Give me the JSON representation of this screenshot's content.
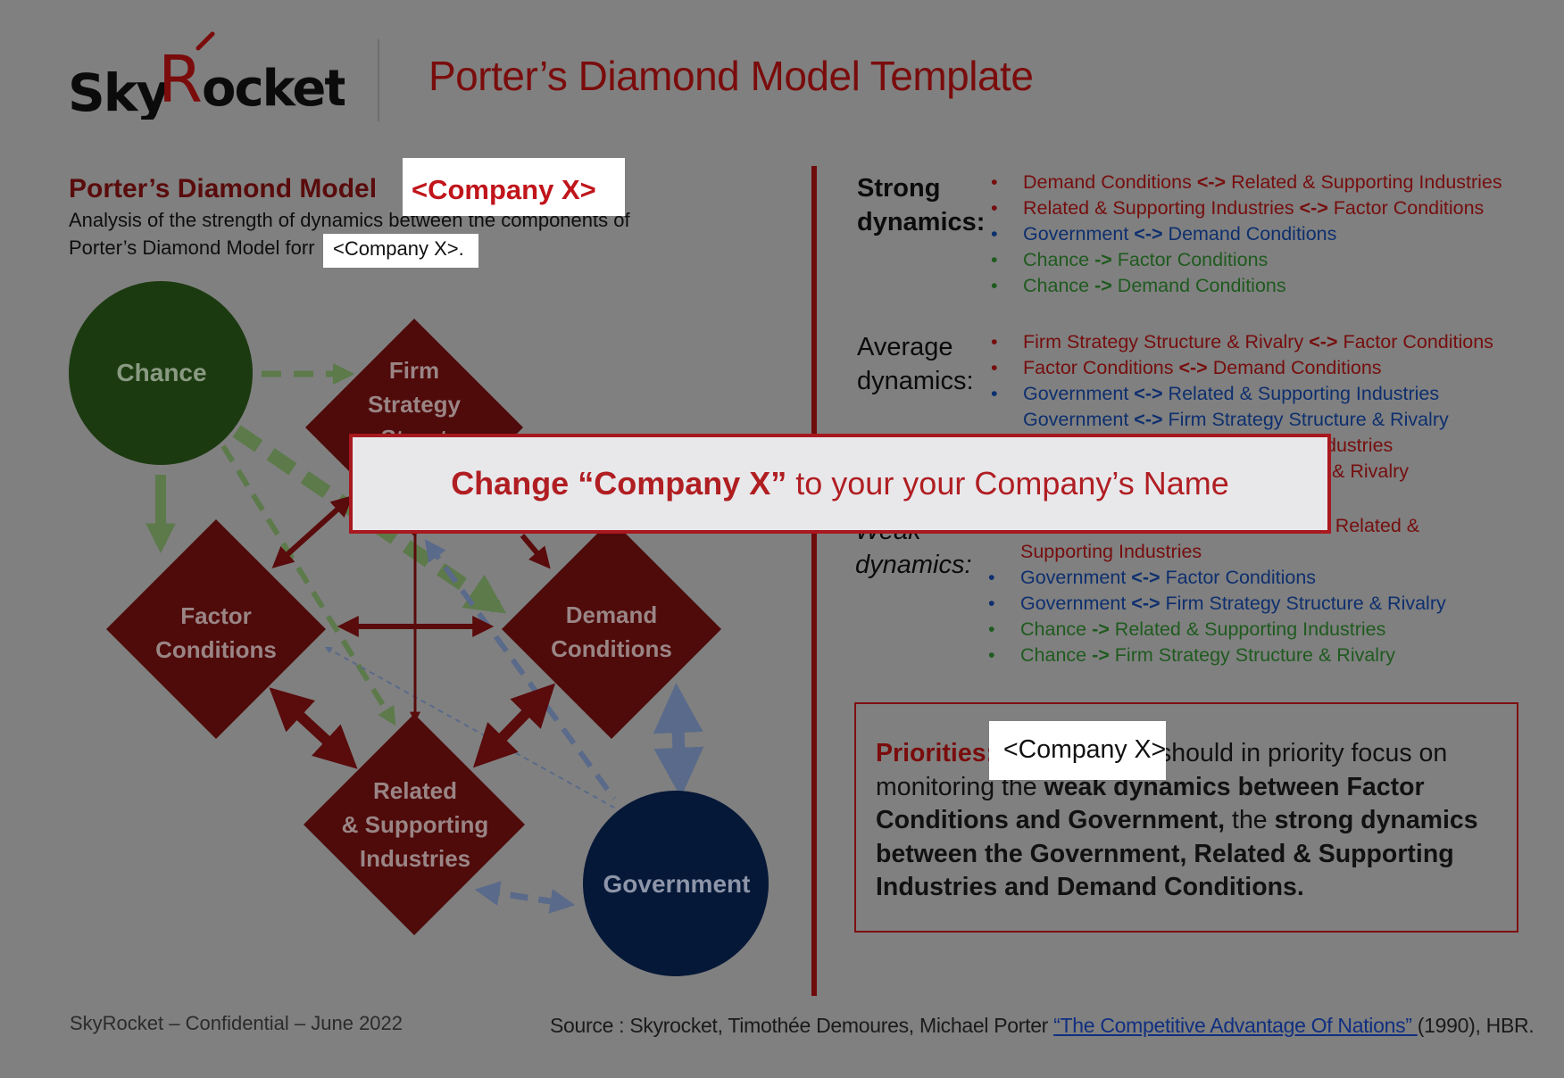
{
  "header": {
    "logo_text": "SkyRocket",
    "title": "Porter’s Diamond Model Template"
  },
  "left": {
    "title": "Porter’s Diamond Model ",
    "title_highlight": "<Company X>",
    "subtitle_line1": "Analysis of the strength of dynamics between the components of",
    "subtitle_line2": "Porter’s Diamond Model forr ",
    "subtitle_highlight": "<Company X>."
  },
  "diagram": {
    "nodes": {
      "chance": "Chance",
      "firm_line1": "Firm",
      "firm_line2": "Strategy",
      "firm_line3": "Struct",
      "factor_line1": "Factor",
      "factor_line2": "Conditions",
      "demand_line1": "Demand",
      "demand_line2": "Conditions",
      "related_line1": "Related",
      "related_line2": "& Supporting",
      "related_line3": "Industries",
      "government": "Government"
    }
  },
  "dynamics": {
    "strong": {
      "label_line1": "Strong",
      "label_line2": "dynamics:",
      "items": [
        {
          "color": "red",
          "a": "Demand Conditions ",
          "sym": "<->",
          "b": " Related & Supporting Industries"
        },
        {
          "color": "red",
          "a": "Related & Supporting Industries ",
          "sym": "<->",
          "b": " Factor Conditions"
        },
        {
          "color": "blue",
          "a": "Government ",
          "sym": "<->",
          "b": " Demand Conditions"
        },
        {
          "color": "green",
          "a": "Chance ",
          "sym": "->",
          "b": " Factor Conditions"
        },
        {
          "color": "green",
          "a": "Chance ",
          "sym": "->",
          "b": " Demand Conditions"
        }
      ]
    },
    "average": {
      "label_line1": "Average",
      "label_line2": "dynamics:",
      "items": [
        {
          "color": "red",
          "a": "Firm Strategy Structure & Rivalry ",
          "sym": "<->",
          "b": " Factor Conditions"
        },
        {
          "color": "red",
          "a": "Factor Conditions ",
          "sym": "<->",
          "b": " Demand Conditions"
        },
        {
          "color": "blue",
          "a": "Government ",
          "sym": "<->",
          "b": " Related & Supporting Industries"
        },
        {
          "color": "blue",
          "a": "Government ",
          "sym": "<->",
          "b": " Firm Strategy Structure & Rivalry"
        },
        {
          "color": "red",
          "a": "",
          "sym": "",
          "b": "dustries"
        },
        {
          "color": "red",
          "a": "",
          "sym": "",
          "b": "& Rivalry"
        }
      ]
    },
    "weak": {
      "label_line1": "Weak",
      "label_line2": "dynamics:",
      "items": [
        {
          "color": "red",
          "a": "",
          "sym": "->",
          "b": " Related &"
        },
        {
          "color": "red",
          "a": "",
          "sym": "",
          "b": "Supporting Industries"
        },
        {
          "color": "blue",
          "a": "Government ",
          "sym": "<->",
          "b": " Factor Conditions"
        },
        {
          "color": "blue",
          "a": "Government ",
          "sym": "<->",
          "b": " Firm Strategy Structure & Rivalry"
        },
        {
          "color": "green",
          "a": "Chance ",
          "sym": "->",
          "b": " Related & Supporting Industries"
        },
        {
          "color": "green",
          "a": "Chance ",
          "sym": "->",
          "b": " Firm Strategy Structure & Rivalry"
        }
      ]
    }
  },
  "callout": {
    "strong_text": "Change “Company X”",
    "rest_text": " to your your Company’s Name"
  },
  "priorities": {
    "label": "Priorities:",
    "highlight": "<Company X>",
    "t1": "should in priority focus on monitoring the ",
    "b1": "weak dynamics between Factor Conditions and Government,",
    "t2": " the ",
    "b2": "strong dynamics between the Government, Related & Supporting Industries and Demand Conditions."
  },
  "footer": {
    "left": "SkyRocket – Confidential – June 2022",
    "source_prefix": "Source : Skyrocket, Timothée Demoures, Michael Porter ",
    "source_link": "“The Competitive Advantage Of Nations” ",
    "source_suffix": "(1990), HBR."
  },
  "colors": {
    "overlay_gray": "#808080",
    "dark_red": "#4f0a0a",
    "chance_green": "#1c3a10",
    "government_navy": "#061838",
    "accent_red": "#c0151b"
  }
}
